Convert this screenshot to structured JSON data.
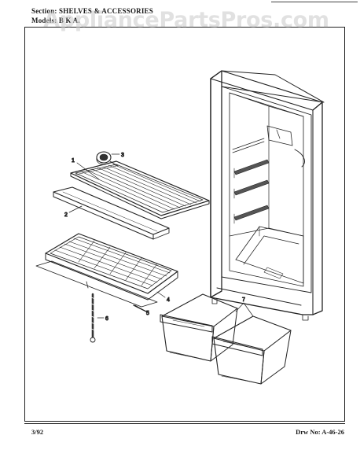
{
  "header": {
    "section": "Section: SHELVES & ACCESSORIES",
    "model": "Models: B  K   A."
  },
  "watermark": "AppliancePartsPros.com",
  "callouts": [
    "1",
    "2",
    "3",
    "4",
    "5",
    "6",
    "7"
  ],
  "footer": {
    "date": "3/92",
    "drawing": "Drw No: A-46-26"
  }
}
